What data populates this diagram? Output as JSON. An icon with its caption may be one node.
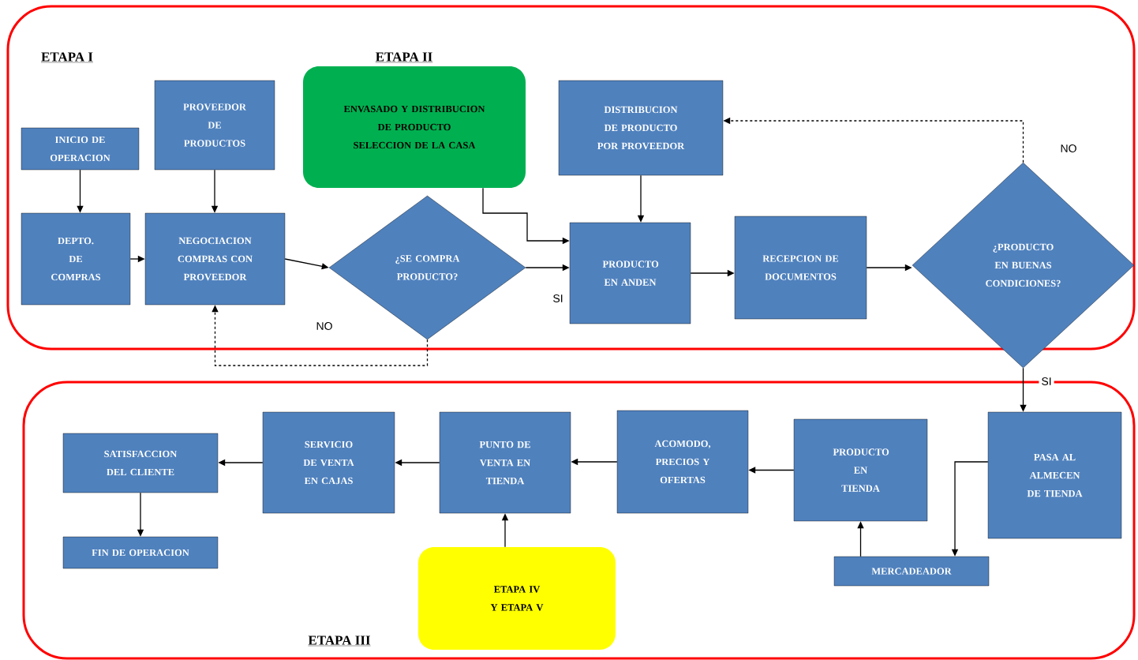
{
  "diagram": {
    "nodes": [
      {
        "text": [
          "ETAPA I",
          "ETAPA II"
        ]
      },
      {
        "text": [
          "ETAPA III"
        ]
      },
      {
        "text": [
          "INICIO DE OPERACION"
        ],
        "in": 0
      },
      {
        "text": [
          "PROVEEDOR DE PRODUCTOS"
        ],
        "in": 0
      },
      {
        "text": [
          "ENVASADO Y DISTRIBUCION DE PRODUCTO",
          "SELECCION DE LA CASA"
        ],
        "in": 0
      },
      {
        "text": [
          "DISTRIBUCION DE PRODUCTO POR PROVEEDOR"
        ],
        "in": 0
      },
      {
        "text": [
          "DEPTO. DE COMPRAS"
        ],
        "in": 0
      },
      {
        "text": [
          "NEGOCIACION COMPRAS CON PROVEEDOR"
        ],
        "in": 0
      },
      {
        "text": [
          "¿SE COMPRA PRODUCTO?"
        ],
        "in": 0
      },
      {
        "text": [
          "PRODUCTO EN ANDEN"
        ],
        "in": 0
      },
      {
        "text": [
          "RECEPCION DE DOCUMENTOS"
        ],
        "in": 0
      },
      {
        "text": [
          "¿PRODUCTO EN BUENAS CONDICIONES?"
        ]
      },
      {
        "text": [
          "SATISFACCION DEL CLIENTE"
        ],
        "in": 1
      },
      {
        "text": [
          "FIN DE OPERACION"
        ],
        "in": 1
      },
      {
        "text": [
          "SERVICIO DE VENTA EN CAJAS"
        ],
        "in": 1
      },
      {
        "text": [
          "PUNTO DE VENTA EN TIENDA"
        ],
        "in": 1
      },
      {
        "text": [
          "ACOMODO, PRECIOS Y OFERTAS"
        ],
        "in": 1
      },
      {
        "text": [
          "PRODUCTO EN TIENDA"
        ],
        "in": 1
      },
      {
        "text": [
          "PASA AL ALMECEN DE TIENDA"
        ],
        "in": 1
      },
      {
        "text": [
          "MERCADEADOR"
        ],
        "in": 1
      },
      {
        "text": [
          "ETAPA IV Y ETAPA V"
        ],
        "in": 1
      }
    ],
    "edges": [
      {
        "from": 2,
        "to": 6,
        "arrow": "to"
      },
      {
        "from": 3,
        "to": 7,
        "arrow": "to"
      },
      {
        "from": 6,
        "to": 7,
        "arrow": "to"
      },
      {
        "from": 7,
        "to": 8,
        "arrow": "to"
      },
      {
        "from": 8,
        "to": 9,
        "arrow": "to",
        "label": "SI"
      },
      {
        "from": 4,
        "to": 9,
        "arrow": "to"
      },
      {
        "from": 5,
        "to": 9,
        "arrow": "to"
      },
      {
        "from": 9,
        "to": 10,
        "arrow": "to"
      },
      {
        "from": 10,
        "to": 11,
        "arrow": "to"
      },
      {
        "from": 11,
        "to": 5,
        "arrow": "to",
        "label": "NO",
        "style": "dashed"
      },
      {
        "from": 8,
        "to": 7,
        "arrow": "to",
        "label": "NO",
        "style": "dashed"
      },
      {
        "from": 11,
        "to": 18,
        "arrow": "to",
        "label": "SI"
      },
      {
        "from": 18,
        "to": 19,
        "arrow": "to"
      },
      {
        "from": 19,
        "to": 17,
        "arrow": "to"
      },
      {
        "from": 17,
        "to": 16,
        "arrow": "to"
      },
      {
        "from": 16,
        "to": 15,
        "arrow": "to"
      },
      {
        "from": 15,
        "to": 14,
        "arrow": "to"
      },
      {
        "from": 14,
        "to": 12,
        "arrow": "to"
      },
      {
        "from": 12,
        "to": 13,
        "arrow": "to"
      },
      {
        "from": 20,
        "to": 15,
        "arrow": "to"
      }
    ]
  }
}
